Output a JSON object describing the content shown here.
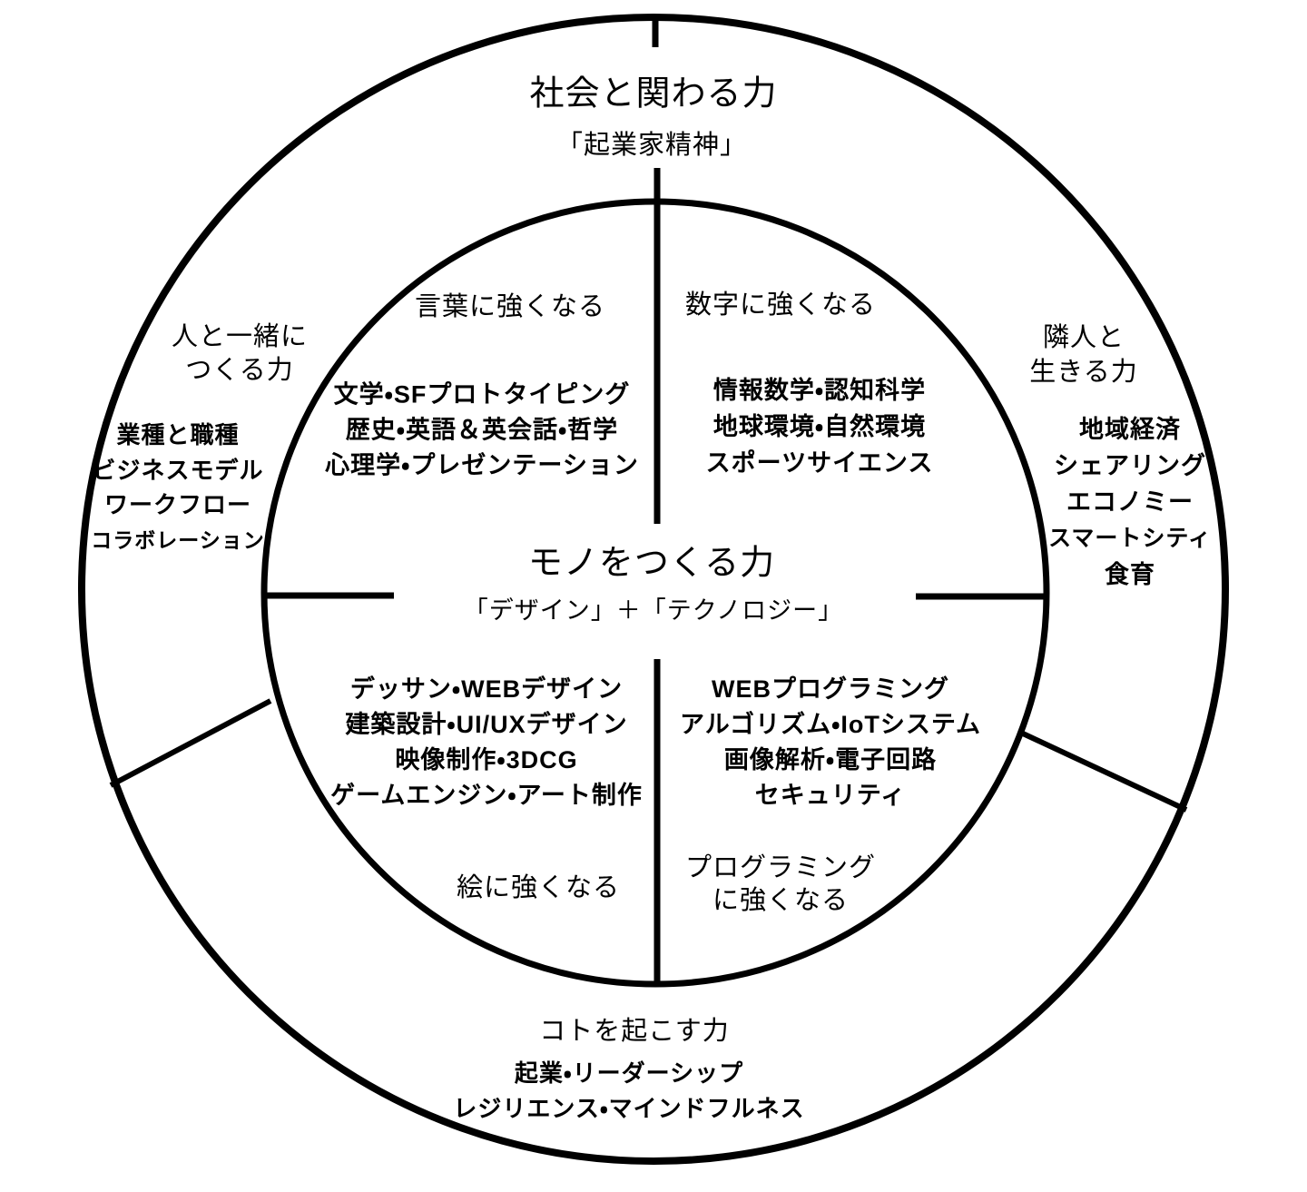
{
  "diagram": {
    "colors": {
      "stroke": "#000000",
      "text": "#000000",
      "background": "#ffffff"
    },
    "outer_ring": {
      "top": {
        "title": "社会と関わる力",
        "subtitle": "「起業家精神」"
      },
      "left": {
        "title_lines": [
          "人と一緒に",
          "つくる力"
        ],
        "items": [
          "業種と職種",
          "ビジネスモデル",
          "ワークフロー",
          "コラボレーション"
        ]
      },
      "right": {
        "title_lines": [
          "隣人と",
          "生きる力"
        ],
        "items": [
          "地域経済",
          "シェアリング",
          "エコノミー",
          "スマートシティ",
          "食育"
        ]
      },
      "bottom": {
        "title": "コトを起こす力",
        "items": [
          "起業・リーダーシップ",
          "レジリエンス・マインドフルネス"
        ]
      }
    },
    "inner_circle": {
      "center": {
        "title": "モノをつくる力",
        "subtitle": "「デザイン」＋「テクノロジー」"
      },
      "top_left": {
        "label": "言葉に強くなる",
        "items": [
          "文学・SFプロトタイピング",
          "歴史・英語＆英会話・哲学",
          "心理学・プレゼンテーション"
        ]
      },
      "top_right": {
        "label": "数字に強くなる",
        "items": [
          "情報数学・認知科学",
          "地球環境・自然環境",
          "スポーツサイエンス"
        ]
      },
      "bottom_left": {
        "label": "絵に強くなる",
        "items": [
          "デッサン・WEBデザイン",
          "建築設計・UI/UXデザイン",
          "映像制作・3DCG",
          "ゲームエンジン・アート制作"
        ]
      },
      "bottom_right": {
        "label_lines": [
          "プログラミング",
          "に強くなる"
        ],
        "items": [
          "WEBプログラミング",
          "アルゴリズム・IoTシステム",
          "画像解析・電子回路",
          "セキュリティ"
        ]
      }
    }
  }
}
